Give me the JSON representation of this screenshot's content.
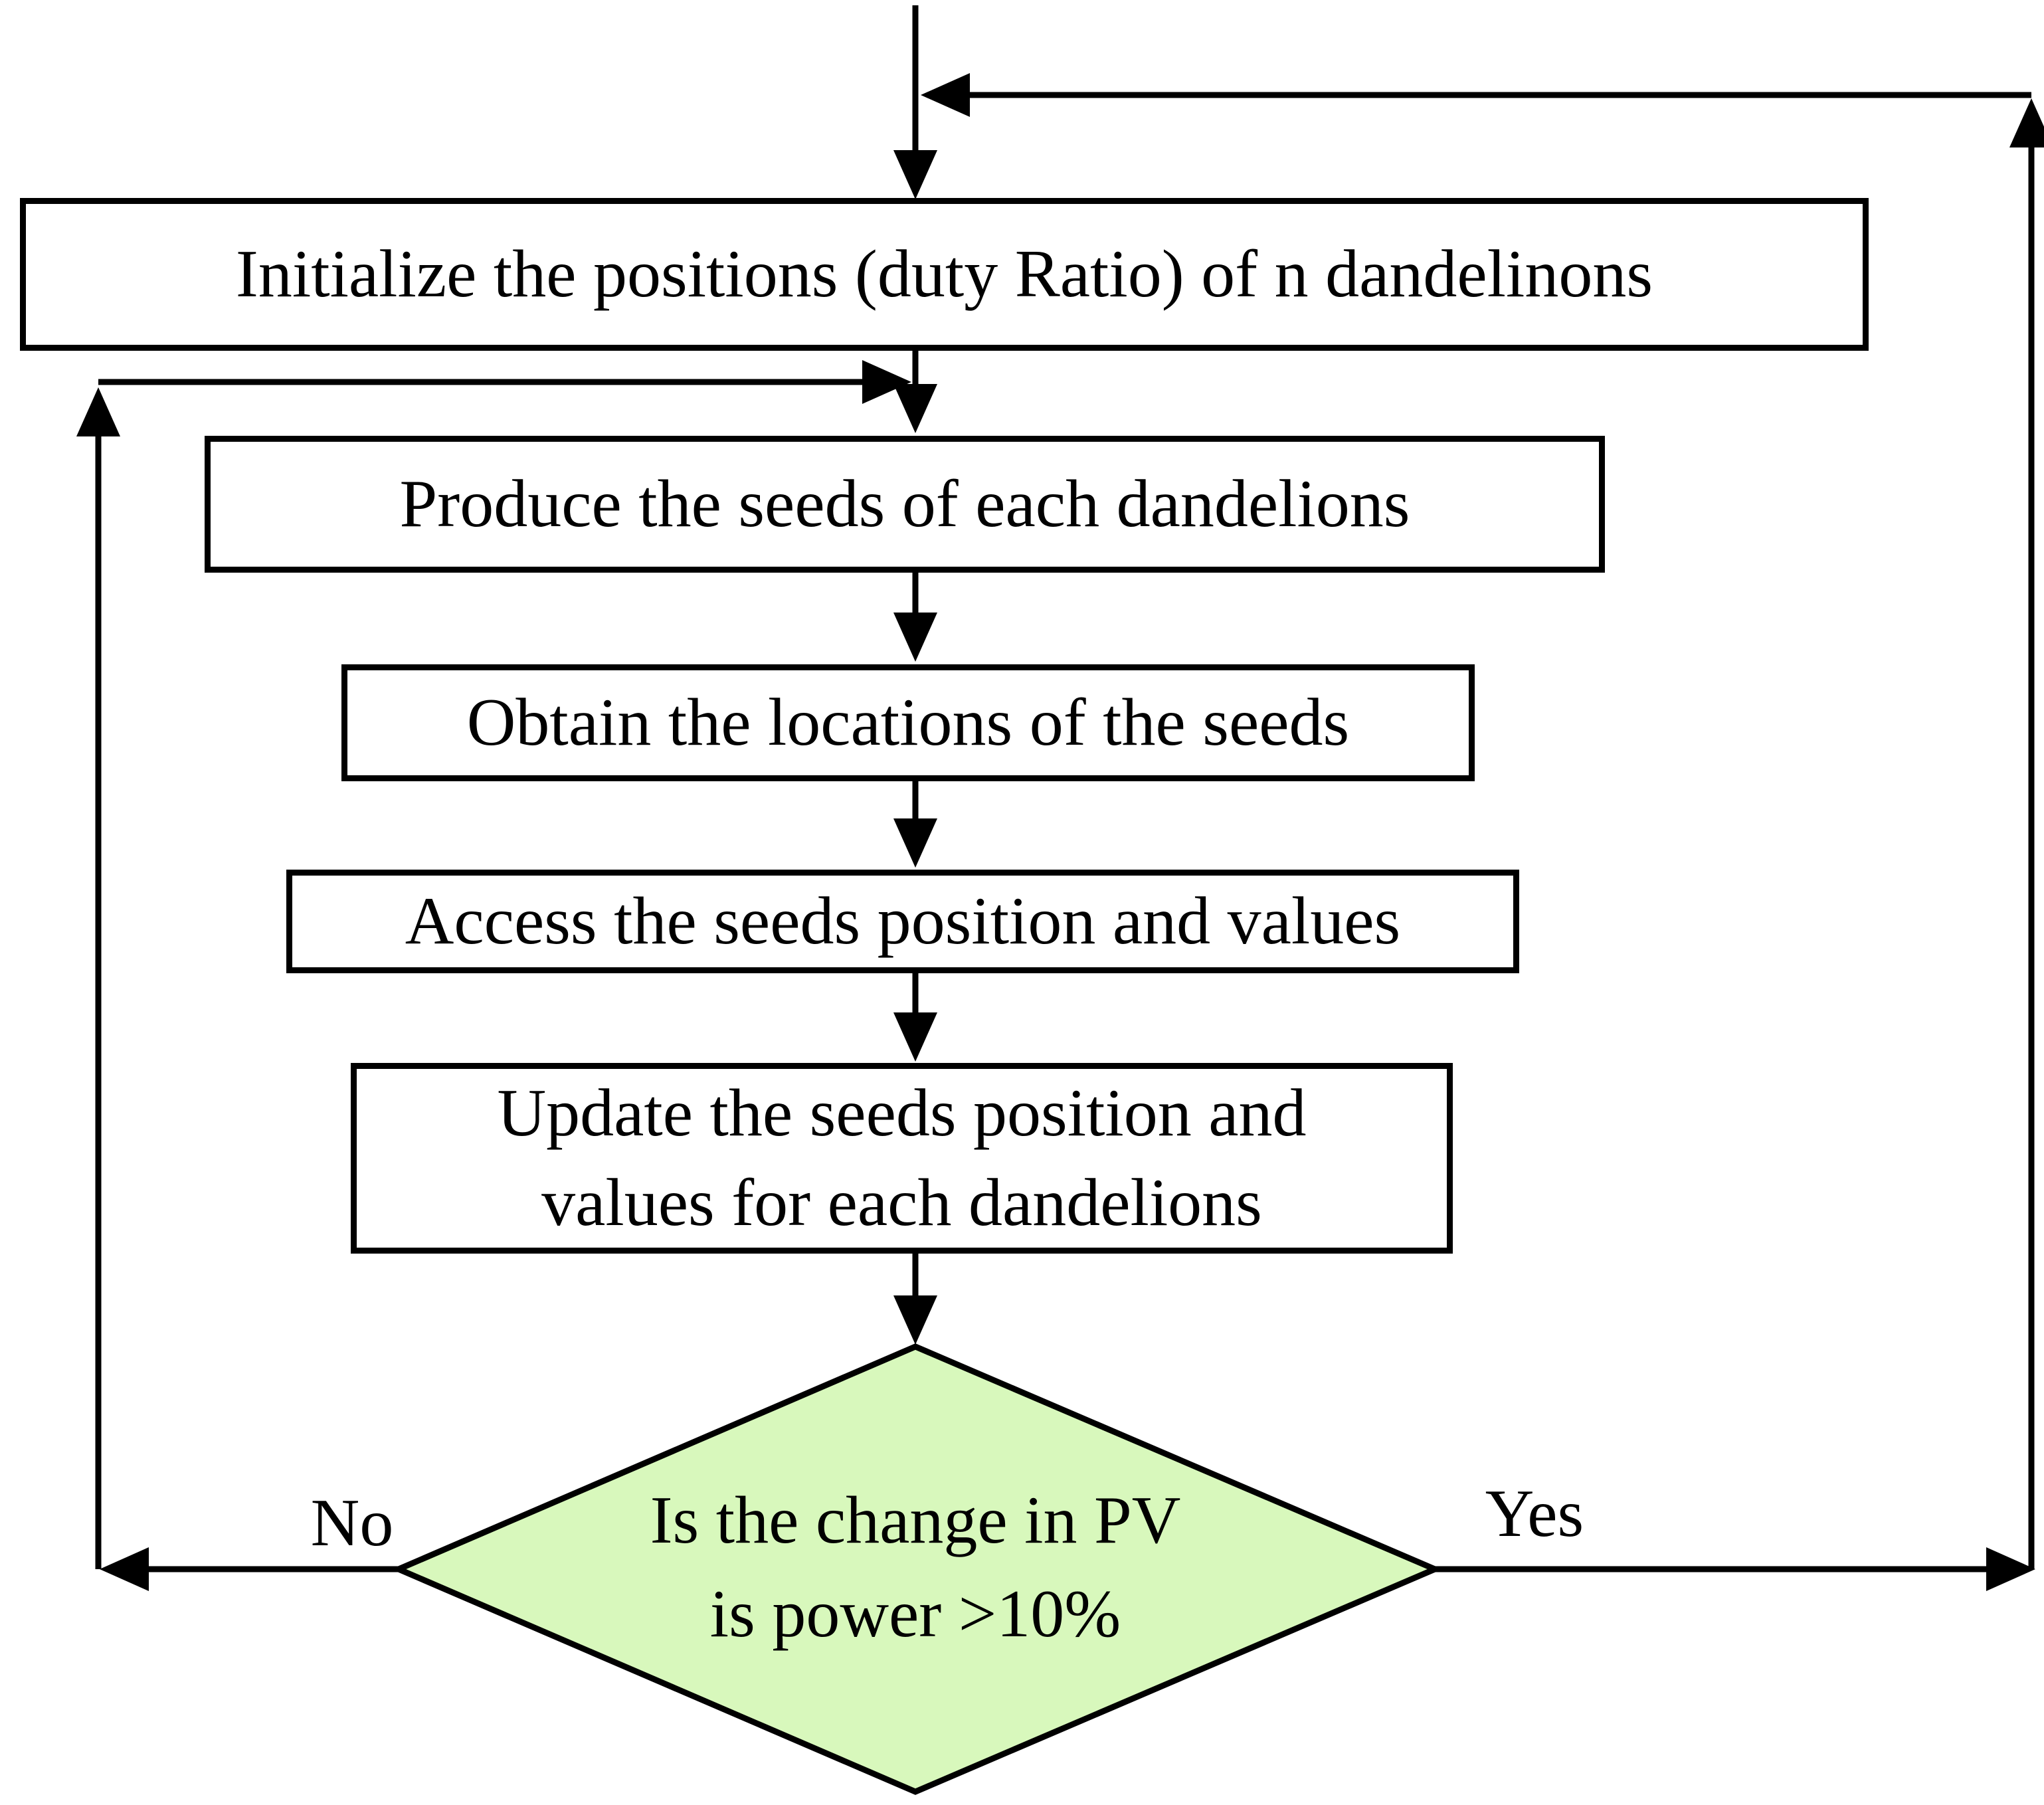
{
  "flowchart": {
    "steps": [
      {
        "label": "Initialize the positions (duty Ratio) of n dandelinons"
      },
      {
        "label": "Produce the seeds of each dandelions"
      },
      {
        "label": "Obtain the locations of the seeds"
      },
      {
        "label": "Access the seeds position and values"
      },
      {
        "label_line1": "Update the seeds position and",
        "label_line2": "values for each dandelions"
      }
    ],
    "decision": {
      "line1": "Is the change in PV",
      "line2": "is power >10%"
    },
    "branches": {
      "no": {
        "label": "No"
      },
      "yes": {
        "label": "Yes"
      }
    }
  },
  "colors": {
    "line": "#000000",
    "text": "#000000",
    "box_background": "#ffffff",
    "diamond_fill": "#d8f8bc"
  }
}
